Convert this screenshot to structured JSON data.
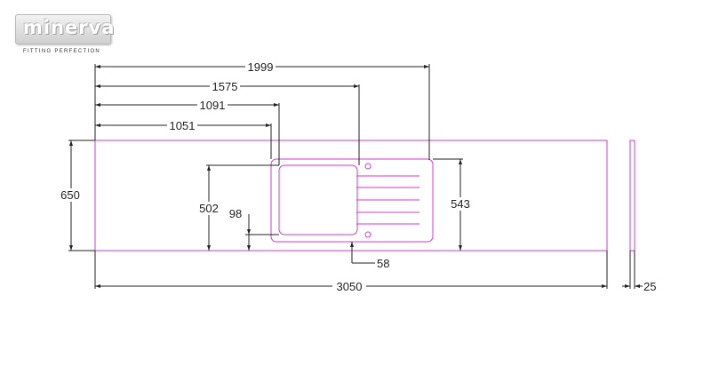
{
  "brand": {
    "name": "minerva",
    "tagline": "FITTING PERFECTION"
  },
  "colors": {
    "outline": "#d63ad6",
    "dimension": "#222222",
    "background": "#ffffff"
  },
  "dimensions": {
    "overall_length": "3050",
    "depth": "650",
    "thickness": "25",
    "drainer_end": "1999",
    "bowl_right": "1575",
    "bowl_inner_left": "1091",
    "bowl_left": "1051",
    "cutout_depth": "543",
    "bowl_depth": "502",
    "front_gap": "98",
    "back_gap": "58"
  }
}
